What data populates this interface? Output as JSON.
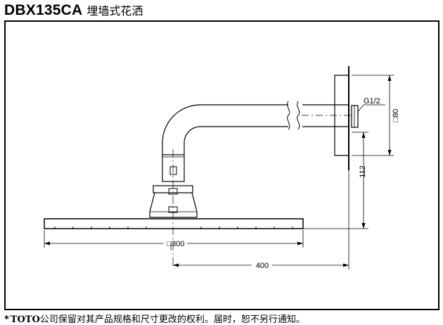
{
  "header": {
    "model": "DBX135CA",
    "product_name": "埋墙式花洒"
  },
  "dimensions": {
    "thread": "G1/2",
    "flange_size": "□80",
    "height": "112",
    "head_size": "□300",
    "projection": "400"
  },
  "footer": {
    "marker": "*",
    "brand": "TOTO",
    "notice": "公司保留对其产品规格和尺寸更改的权利。届时，恕不另行通知。"
  },
  "colors": {
    "line": "#000000",
    "background": "#ffffff"
  }
}
